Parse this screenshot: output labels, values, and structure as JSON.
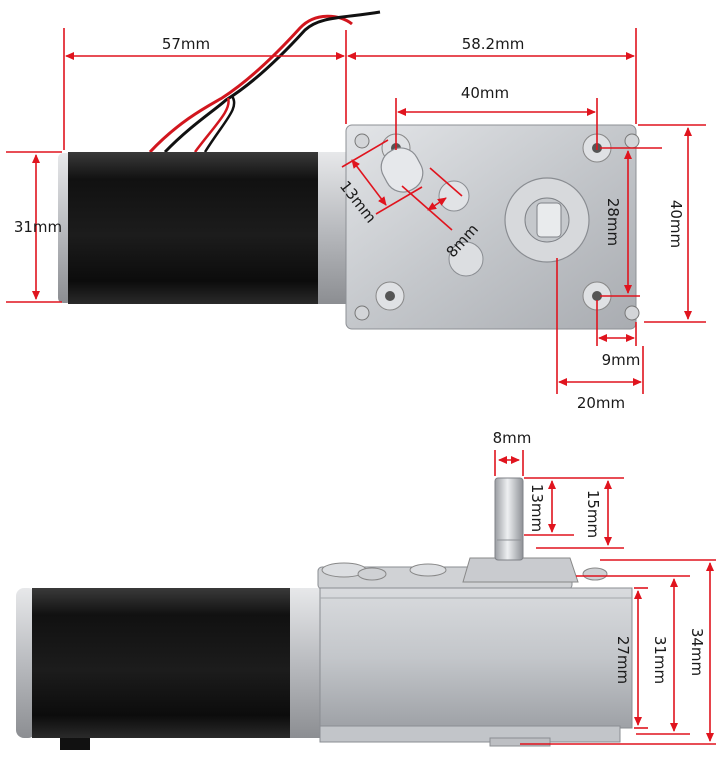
{
  "top_view": {
    "motor_length": "57mm",
    "gearbox_length": "58.2mm",
    "hole_spacing_horizontal": "40mm",
    "slot_length": "13mm",
    "slot_width": "8mm",
    "motor_diameter": "31mm",
    "hole_spacing_vertical": "28mm",
    "gearbox_height": "40mm",
    "hole_to_edge": "9mm",
    "shaft_to_edge": "20mm"
  },
  "side_view": {
    "shaft_diameter": "8mm",
    "shaft_flat_length": "13mm",
    "shaft_length": "15mm",
    "body_thickness_inner": "27mm",
    "body_thickness_middle": "31mm",
    "body_thickness_total": "34mm"
  },
  "colors": {
    "dimension_line": "#e0141e",
    "motor_body": "#151515",
    "gearbox": "#c9ccd0",
    "label_text": "#1a1a1a",
    "wire_red": "#d2161e",
    "wire_black": "#111111"
  }
}
